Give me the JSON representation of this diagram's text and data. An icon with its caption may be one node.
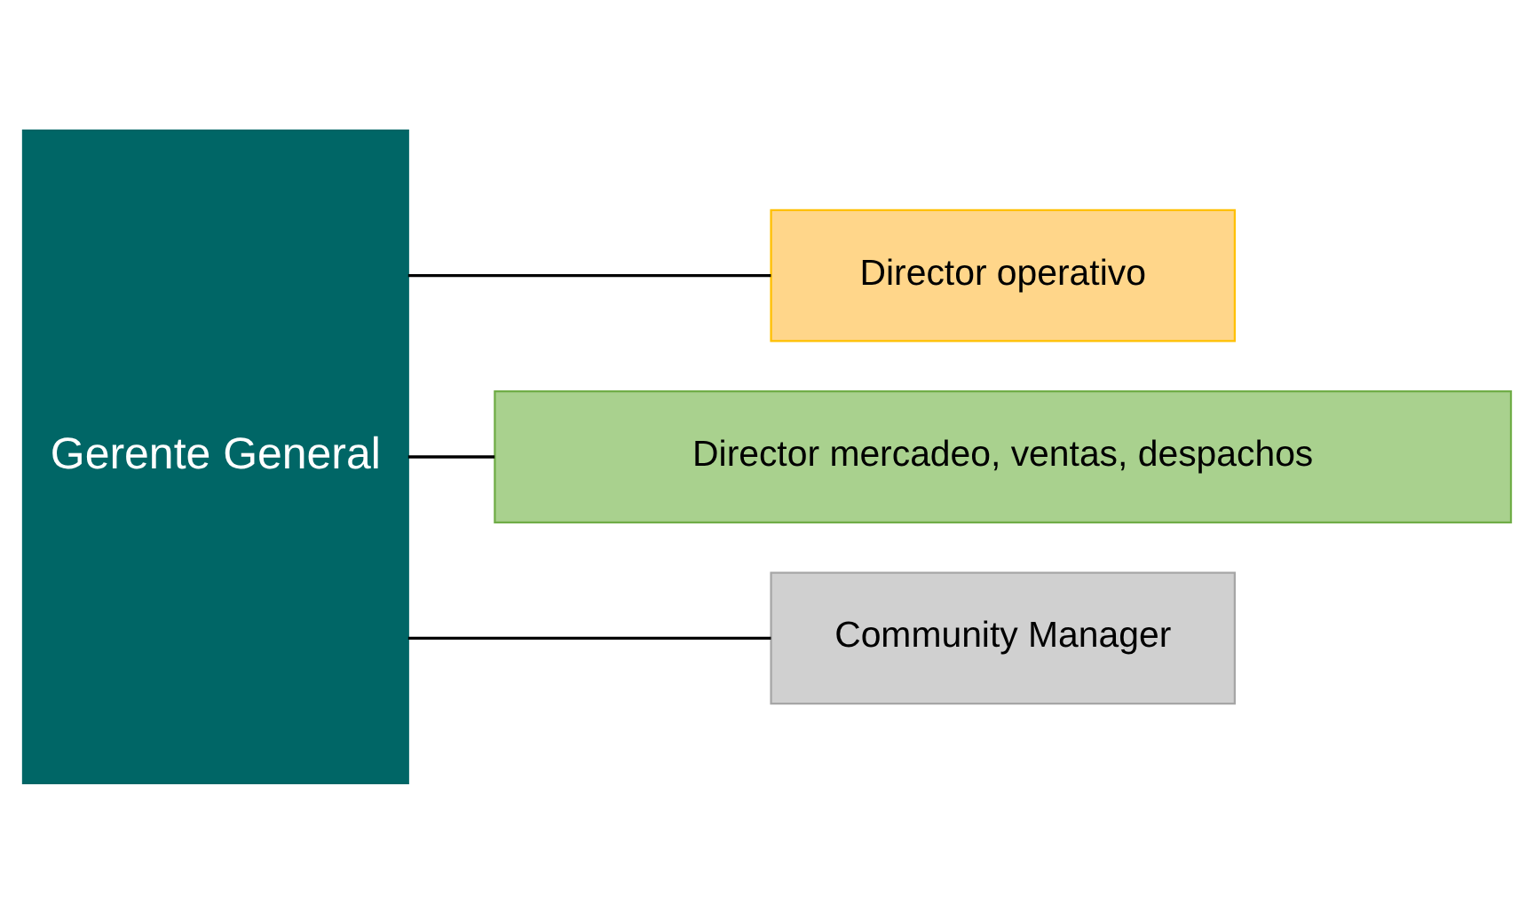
{
  "diagram": {
    "nodes": [
      {
        "text": [
          "Gerente General"
        ]
      },
      {
        "text": [
          "Director operativo"
        ]
      },
      {
        "text": [
          "Director mercadeo, ventas, despachos"
        ]
      },
      {
        "text": [
          "Community Manager"
        ]
      }
    ],
    "edges": [
      {
        "from": 0,
        "to": 1,
        "arrow": "none"
      },
      {
        "from": 0,
        "to": 2,
        "arrow": "none"
      },
      {
        "from": 0,
        "to": 3,
        "arrow": "none"
      }
    ]
  }
}
